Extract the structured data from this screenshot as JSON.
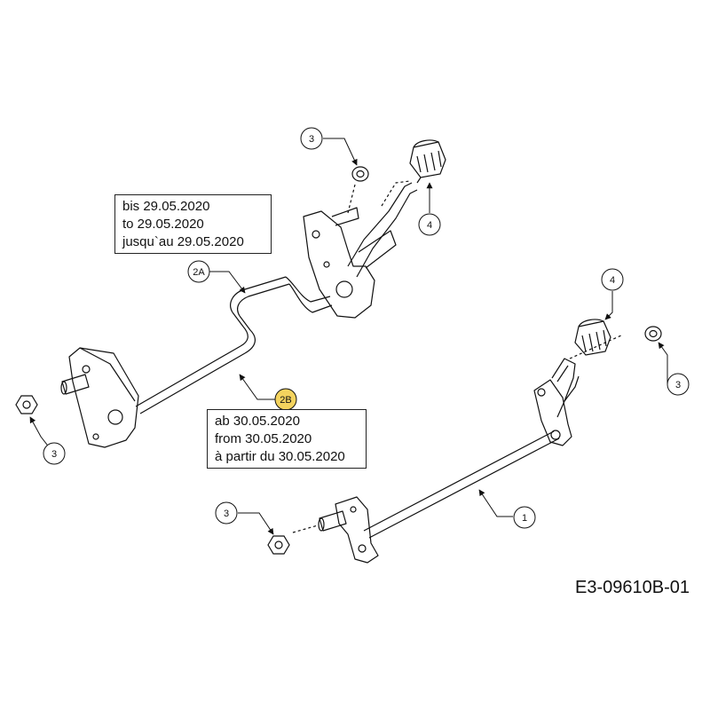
{
  "callouts": {
    "c3_top": "3",
    "c4_top": "4",
    "c2a": "2A",
    "c2b": "2B",
    "c4_right": "4",
    "c3_right": "3",
    "c3_left": "3",
    "c3_bottom": "3",
    "c1": "1"
  },
  "notes": {
    "until": [
      "bis 29.05.2020",
      "to 29.05.2020",
      "jusqu`au 29.05.2020"
    ],
    "from": [
      "ab 30.05.2020",
      "from 30.05.2020",
      "à partir du 30.05.2020"
    ]
  },
  "drawing_id": "E3-09610B-01",
  "colors": {
    "highlight": "#f4d35e",
    "line": "#111111"
  }
}
